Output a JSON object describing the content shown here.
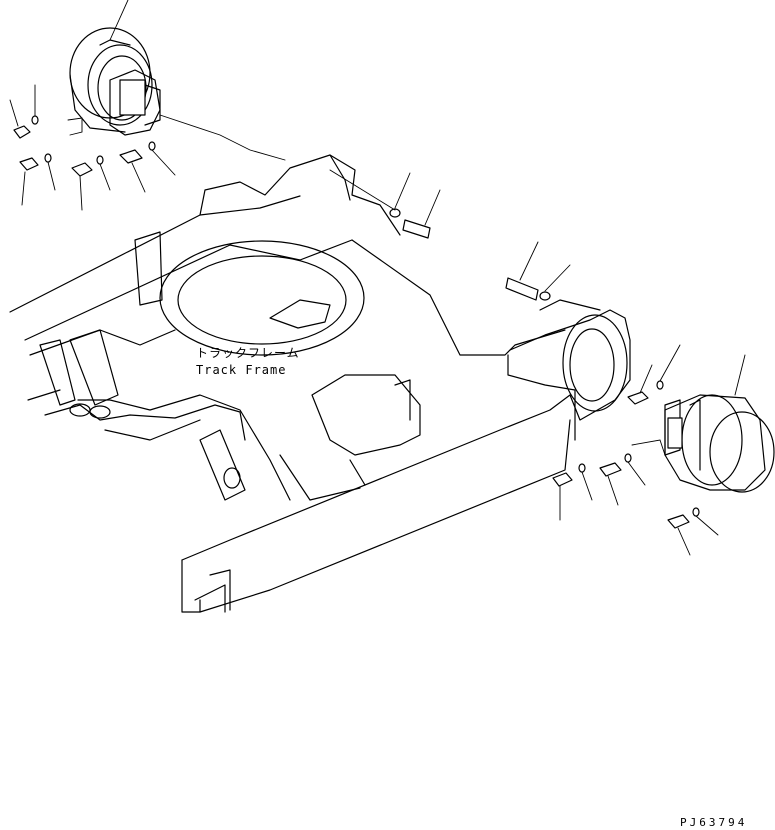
{
  "labels": {
    "frame_jp": "トラックフレーム",
    "frame_en": "Track Frame",
    "drawing_code": "PJ63794"
  },
  "colors": {
    "line": "#000000",
    "background": "#ffffff"
  }
}
